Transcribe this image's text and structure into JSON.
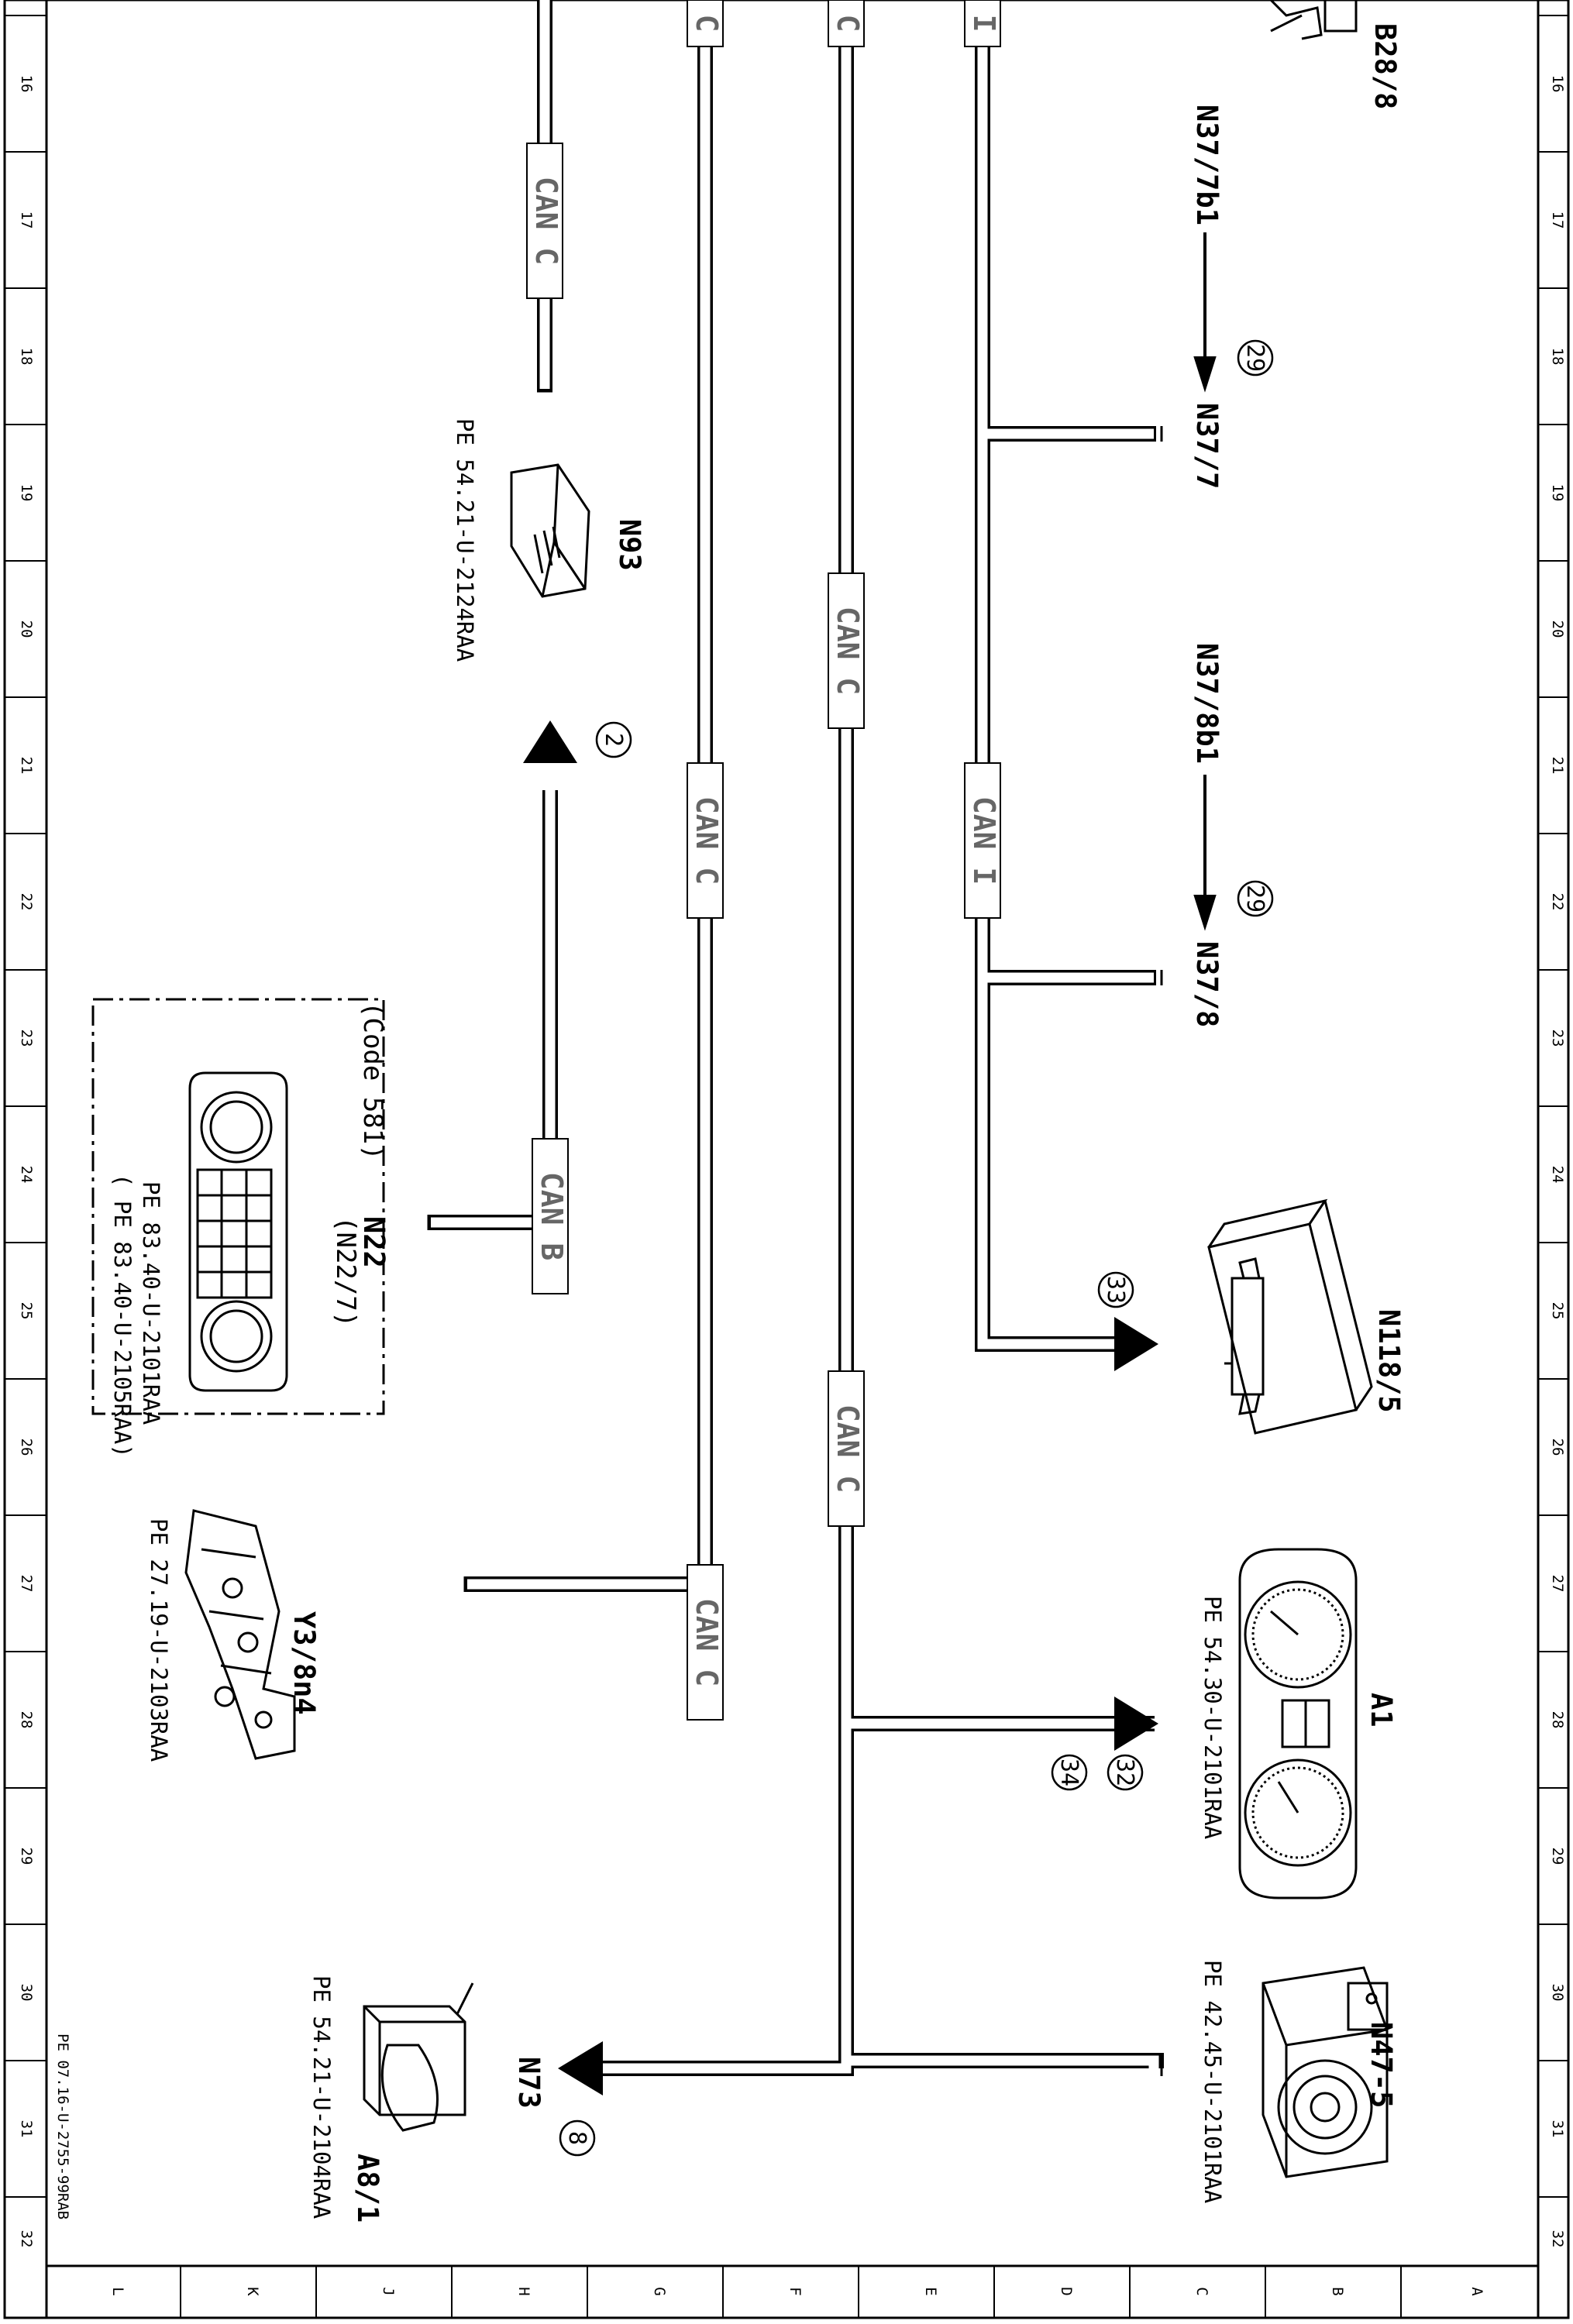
{
  "zones": {
    "rows": [
      "16",
      "17",
      "18",
      "19",
      "20",
      "21",
      "22",
      "23",
      "24",
      "25",
      "26",
      "27",
      "28",
      "29",
      "30",
      "31",
      "32"
    ],
    "cols": [
      "L",
      "K",
      "J",
      "H",
      "G",
      "F",
      "E",
      "D",
      "C",
      "B",
      "A"
    ]
  },
  "buses": {
    "can_c": "CAN C",
    "can_i": "CAN I",
    "can_b": "CAN B",
    "c": "C",
    "i": "I"
  },
  "components": {
    "b28_8": {
      "label": "B28/8"
    },
    "n37_7b1": {
      "label": "N37/7b1"
    },
    "n37_7": {
      "label": "N37/7"
    },
    "n37_8b1": {
      "label": "N37/8b1"
    },
    "n37_8": {
      "label": "N37/8"
    },
    "n93": {
      "label": "N93",
      "ref": "PE 54.21-U-2124RAA"
    },
    "n22": {
      "code": "(Code 581)",
      "label": "N22",
      "alt": "(N22/7)",
      "ref1": "PE 83.40-U-2101RAA",
      "ref2": "(    PE 83.40-U-2105RAA)"
    },
    "n118_5": {
      "label": "N118/5"
    },
    "y3_8n4": {
      "label": "Y3/8n4",
      "ref": "PE 27.19-U-2103RAA"
    },
    "a1": {
      "label": "A1",
      "ref": "PE 54.30-U-2101RAA"
    },
    "n47_5": {
      "label": "N47-5",
      "ref": "PE 42.45-U-2101RAA"
    },
    "n73": {
      "label": "N73"
    },
    "a8_1": {
      "label": "A8/1",
      "ref": "PE 54.21-U-2104RAA"
    }
  },
  "callouts": {
    "c29a": "29",
    "c29b": "29",
    "c2": "2",
    "c33": "33",
    "c32": "32",
    "c34": "34",
    "c8": "8"
  },
  "doc_id": "PE 07.16-U-2755-99RAB"
}
